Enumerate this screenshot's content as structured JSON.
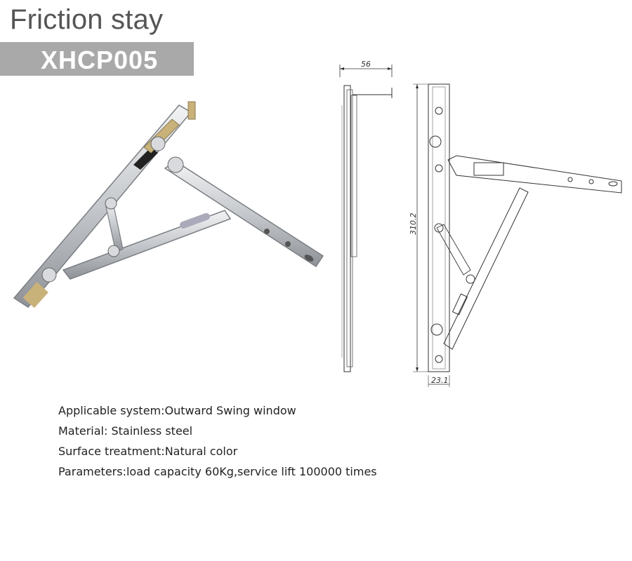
{
  "header": {
    "title": "Friction stay",
    "model": "XHCP005"
  },
  "drawing": {
    "dim_width": "56",
    "dim_height": "310.2",
    "dim_depth": "23.1"
  },
  "specs": [
    "Applicable system:Outward Swing window",
    "Material: Stainless steel",
    "Surface treatment:Natural color",
    "Parameters:load capacity 60Kg,service lift 100000 times"
  ],
  "colors": {
    "title_text": "#555555",
    "model_bar": "#a9a9a9",
    "steel": "#cfd2d6",
    "brass_slider": "#c9b27a",
    "line_drawing": "#333333"
  }
}
